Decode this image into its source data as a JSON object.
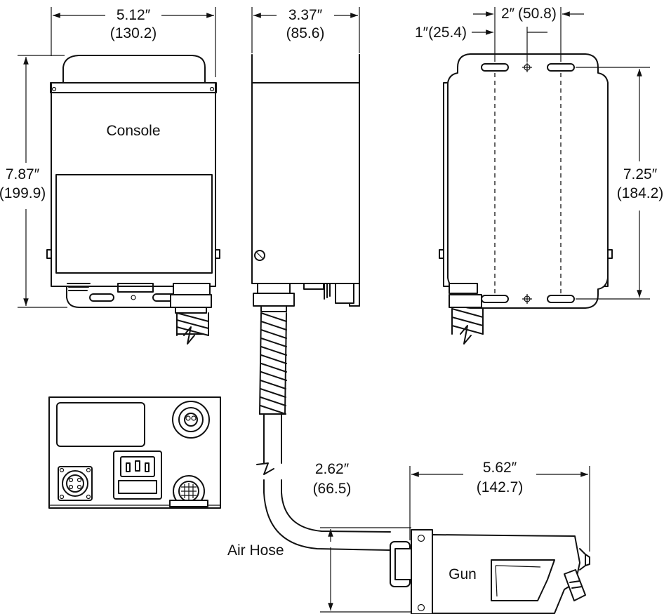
{
  "labels": {
    "console": "Console",
    "air_hose": "Air Hose",
    "gun": "Gun"
  },
  "dimensions": {
    "console_width_in": "5.12″",
    "console_width_mm": "(130.2)",
    "console_depth_in": "3.37″",
    "console_depth_mm": "(85.6)",
    "console_height_in": "7.87″",
    "console_height_mm": "(199.9)",
    "mount_spacing_in": "2″",
    "mount_spacing_mm": "(50.8)",
    "mount_offset": "1″(25.4)",
    "mount_height_in": "7.25″",
    "mount_height_mm": "(184.2)",
    "gun_height_in": "2.62″",
    "gun_height_mm": "(66.5)",
    "gun_length_in": "5.62″",
    "gun_length_mm": "(142.7)"
  }
}
